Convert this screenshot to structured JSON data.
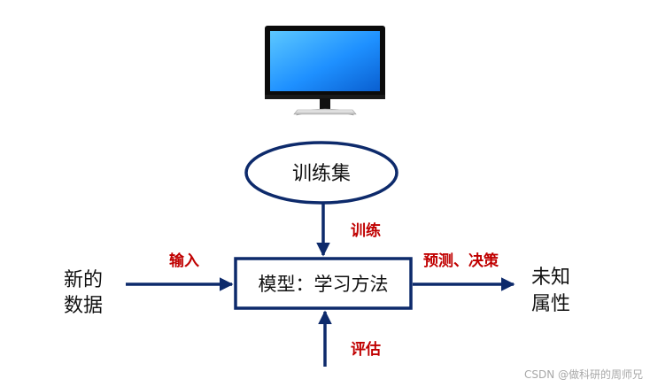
{
  "nodes": {
    "training_set": "训练集",
    "model": "模型：学习方法",
    "new_data": [
      "新的",
      "数据"
    ],
    "unknown_attr": [
      "未知",
      "属性"
    ]
  },
  "edges": {
    "train": "训练",
    "input": "输入",
    "predict": "预测、决策",
    "evaluate": "评估"
  },
  "colors": {
    "arrow": "#0d2a6b",
    "box_border": "#0d2a6b",
    "label_red": "#c00000",
    "monitor_screen": "#1e90ff"
  },
  "watermark": "CSDN @做科研的周师兄"
}
